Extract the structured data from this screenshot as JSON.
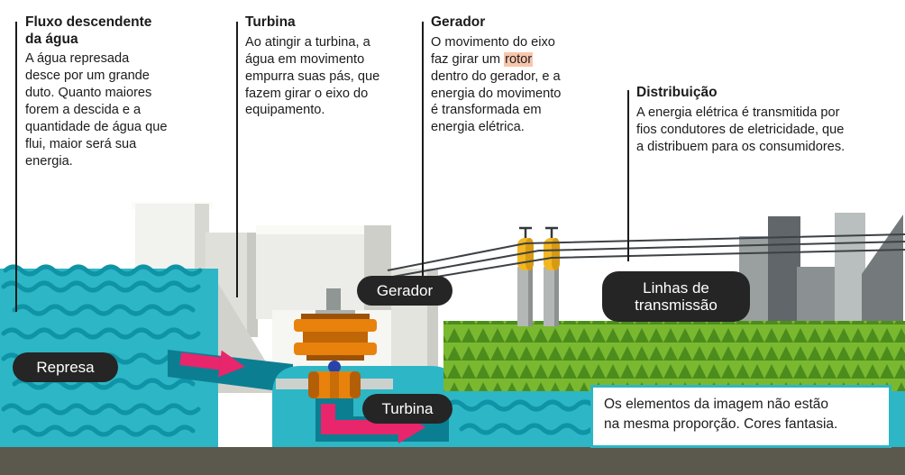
{
  "annotations": {
    "fluxo": {
      "title": "Fluxo descendente da água",
      "body": "A água represada desce por um grande duto. Quanto maiores forem a descida e a quantidade de água que flui, maior será sua energia."
    },
    "turbina": {
      "title": "Turbina",
      "body": "Ao atingir a turbina, a água em movimento empurra suas pás, que fazem girar o eixo do equipamento."
    },
    "gerador": {
      "title": "Gerador",
      "body_pre": "O movimento do eixo faz girar um ",
      "highlight": "rotor",
      "body_post": " dentro do gerador, e a energia do movimento é transformada em energia elétrica."
    },
    "distribuicao": {
      "title": "Distribuição",
      "body": "A energia elétrica é transmitida por fios condutores de eletricidade, que a distribuem para os consumidores."
    }
  },
  "labels": {
    "represa": "Represa",
    "gerador": "Gerador",
    "turbina": "Turbina",
    "linhas_transmissao": "Linhas de transmissão"
  },
  "note": {
    "line1": "Os elementos da imagem não estão",
    "line2": "na mesma proporção. Cores fantasia."
  },
  "colors": {
    "water": "#2db6c5",
    "wave": "#0f93a6",
    "duct": "#0c7e92",
    "arrow": "#e9256b",
    "turbine_orange": "#e8820c",
    "grass": "#7ab830",
    "grass_dark": "#4c8c1d",
    "highlight": "#f8c6ad",
    "label_pill": "#252525",
    "note_border": "#2db6c5"
  }
}
